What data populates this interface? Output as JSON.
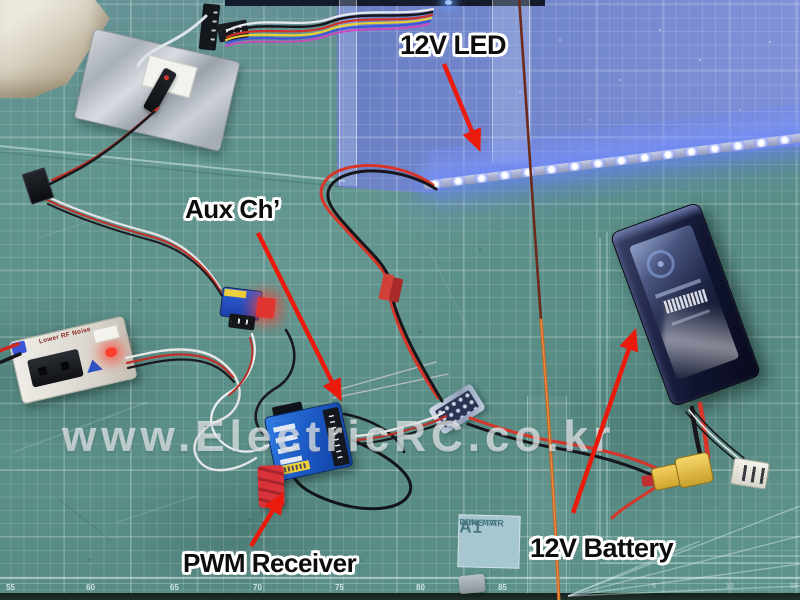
{
  "scene": {
    "type": "photo",
    "subject": "RC 12V LED wiring setup on a cutting mat"
  },
  "annotations": {
    "arrow_color": "#ea1a0c",
    "text_color": "#0d0d0d",
    "outline_color": "#ffffff",
    "labels": [
      {
        "id": "led",
        "text": "12V LED"
      },
      {
        "id": "aux",
        "text": "Aux Ch’"
      },
      {
        "id": "pwm",
        "text": "PWM Receiver"
      },
      {
        "id": "battery",
        "text": "12V Battery"
      }
    ]
  },
  "watermark": {
    "text": "www.ElectricRC.co.kr"
  },
  "mat": {
    "base_color": "#5e938d",
    "blue_wash_color": "#7b8ad0",
    "brand": {
      "line1": "A1",
      "line2": "DESK MAT",
      "line3": "WINSTAR"
    },
    "ruler_left": [
      "55",
      "60",
      "65",
      "70",
      "75",
      "80",
      "85"
    ],
    "ruler_right": [
      "5",
      "10",
      "15"
    ]
  },
  "components": {
    "esc_label": "Lower RF Noise",
    "battery_color": "#12173a",
    "receiver_color": "#1d5ec9",
    "xt60_color": "#e9c04a",
    "led_strip_glow": "#8fa6ff",
    "copper_wire_color": "#c8641f"
  }
}
